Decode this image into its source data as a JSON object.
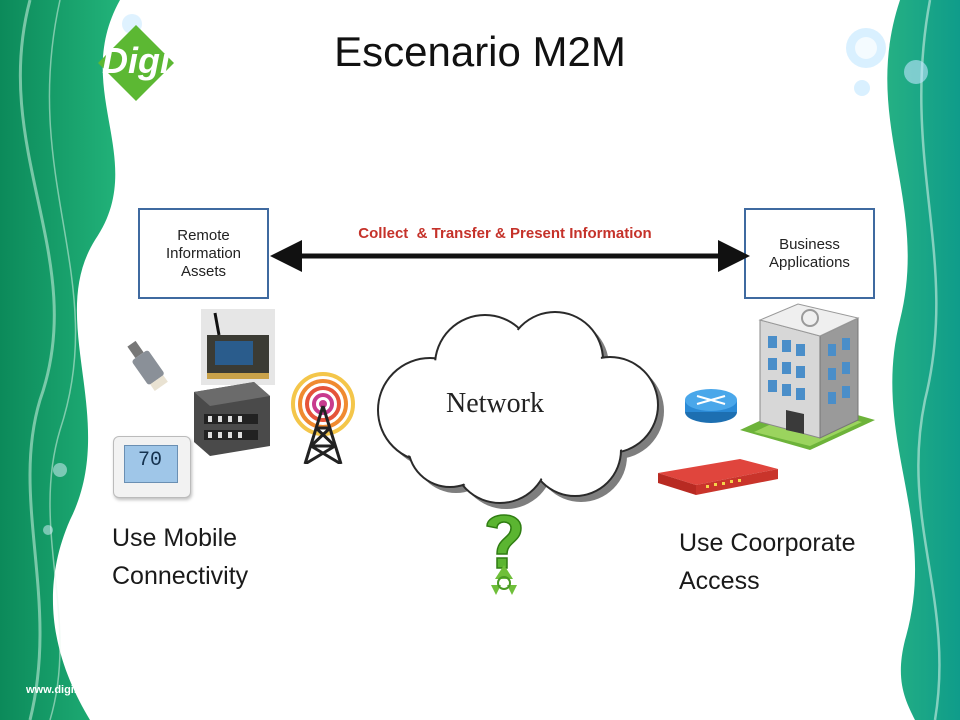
{
  "slide": {
    "title": "Escenario M2M",
    "logo_text": "Digi",
    "footer_url": "www.digi.com"
  },
  "diagram": {
    "left_box": "Remote Information Assets",
    "right_box": "Business Applications",
    "arrow_label": "Collect  & Transfer & Present Information",
    "cloud_label": "Network",
    "left_caption": [
      "Use Mobile",
      "Connectivity"
    ],
    "right_caption": [
      "Use Coorporate",
      "Access"
    ],
    "thermostat_display": "70"
  },
  "colors": {
    "frame_green": "#12a36a",
    "frame_teal": "#1fa9a2",
    "box_border": "#3f6aa0",
    "arrow_label": "#c5322a",
    "question_green": "#5bb531"
  },
  "icons": [
    "digi-logo-icon",
    "sensor-icon",
    "wireless-module-icon",
    "plc-controller-icon",
    "thermostat-icon",
    "cell-tower-icon",
    "network-cloud-icon",
    "router-icon",
    "office-building-icon",
    "gateway-device-icon",
    "question-mark-icon",
    "recycle-icon"
  ]
}
